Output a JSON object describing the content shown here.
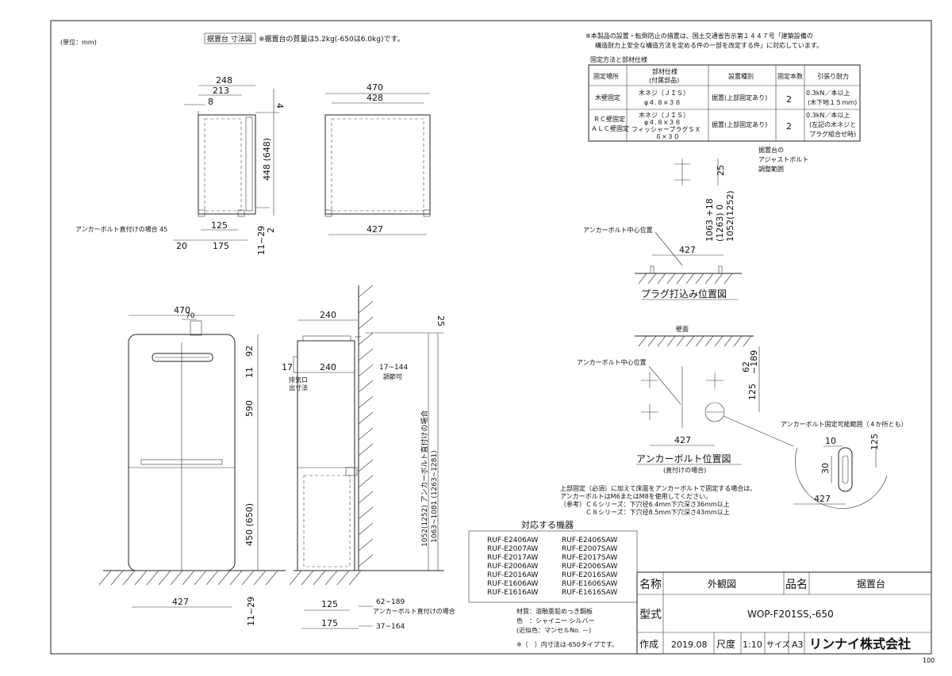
{
  "unit_note": "(単位：mm)",
  "stand_title_box": "据置台 寸法図",
  "stand_weight_note": "※据置台の質量は5.2kg(-650は6.0kg)です。",
  "regulation_note": [
    "※本製品の設置・転倒防止の措置は、国土交通省告示第１４４７号「建築設備の",
    "構造耐力上安全な構造方法を定める件の一部を改定する件」に対応しています。"
  ],
  "fix_table": {
    "caption": "固定方法と部材仕様",
    "headers": [
      "固定場所",
      "部材仕様\n(付属部品)",
      "設置種別",
      "固定本数",
      "引張り耐力"
    ],
    "rows": [
      [
        "木壁固定",
        "木ネジ（ＪＩＳ）\nφ４.８×３８",
        "据置(上部固定あり)",
        "2",
        "0.3kN／本以上\n(木下地１５ｍｍ)"
      ],
      [
        "ＲＣ壁固定\nＡＬＣ壁固定",
        "木ネジ（ＪＩＳ）\nφ４.８×３８\nフィッシャープラグＳＸ\n６×３０",
        "据置(上部固定あり)",
        "2",
        "0.3kN／本以上\n(左記の木ネジと\nプラグ組合せ時)"
      ]
    ]
  },
  "side_stand_dims": {
    "w248": "248",
    "w213": "213",
    "w8": "8",
    "h4": "4",
    "h448": "448 (648)",
    "w125": "125",
    "w45": "アンカーボルト直付けの場合 45",
    "w20": "20",
    "w175": "175",
    "h2": "2",
    "h11_29": "11~29"
  },
  "front_stand_dims": {
    "w470": "470",
    "w428": "428",
    "w427": "427"
  },
  "adjust_bolt_label": [
    "据置台の",
    "アジャストボルト",
    "調整範囲"
  ],
  "plug_dims": {
    "h25": "25",
    "h1063": "1063 +18",
    "h1263": "(1263) 0",
    "h1052": "1052(1252)",
    "w427": "427"
  },
  "plug_anchor_label": "アンカーボルト中心位置",
  "plug_title": "プラグ打込み位置図",
  "anchor_pos": {
    "wall_label": "壁面",
    "center_label": "アンカーボルト中心位置",
    "d62": "62",
    "d189": "~189",
    "d125": "125",
    "d427": "427",
    "title": "アンカーボルト位置図",
    "subtitle": "(直付けの場合)",
    "range_label": "アンカーボルト固定可能範囲（４か所とも）"
  },
  "detail_dims": {
    "d10": "10",
    "d30": "30",
    "d125": "125",
    "d427": "427"
  },
  "anchor_note": [
    "上部固定（必須）に加えて床面をアンカーボルトで固定する場合は、",
    "アンカーボルトはM6またはM8を使用してください。",
    "（参考）Ｃ６シリーズ：下穴径6.4mm下穴深さ36mm以上",
    "　　　　Ｃ８シリーズ：下穴径8.5mm下穴深さ43mm以上"
  ],
  "front_unit_dims": {
    "w470": "470",
    "w70": "70",
    "h92": "92",
    "h11": "11",
    "h590": "590",
    "h450": "450 (650)",
    "w427": "427",
    "h11_29": "11~29"
  },
  "side_unit_dims": {
    "w240top": "240",
    "h25": "25",
    "d17": "17",
    "w240": "240",
    "adj": "17~144",
    "adj_label": "調節可",
    "exhaust": [
      "排気口",
      "出寸法"
    ],
    "h_total": "1052(1252) アンカーボルト直付けの場合",
    "h_range": "1063~1081 (1263~1281)",
    "w125": "125",
    "w175": "175",
    "d62": "62~189",
    "d37": "37~164",
    "anchor_direct": "アンカーボルト直付けの場合"
  },
  "models_title": "対応する機器",
  "models_left": [
    "RUF-E2406AW",
    "RUF-E2007AW",
    "RUF-E2017AW",
    "RUF-E2006AW",
    "RUF-E2016AW",
    "RUF-E1606AW",
    "RUF-E1616AW"
  ],
  "models_right": [
    "RUF-E2406SAW",
    "RUF-E2007SAW",
    "RUF-E2017SAW",
    "RUF-E2006SAW",
    "RUF-E2016SAW",
    "RUF-E1606SAW",
    "RUF-E1616SAW"
  ],
  "material": [
    "材質：溶融亜鉛めっき鋼板",
    "色　：シャイニー シルバー",
    "(近似色：マンセルNo. －)"
  ],
  "paren_note": "※（　）内寸法は-650タイプです。",
  "title_block": {
    "name_label": "名称",
    "name_value": "外観図",
    "item_label": "品名",
    "item_value": "据置台",
    "model_label": "型式",
    "model_value": "WOP-F201SS,-650",
    "made_label": "作成",
    "made_value": "2019.08",
    "scale_label": "尺度",
    "scale_value": "1:10",
    "size_label": "サイズ",
    "size_value": "A3",
    "company": "リンナイ株式会社"
  },
  "page_no": "100"
}
